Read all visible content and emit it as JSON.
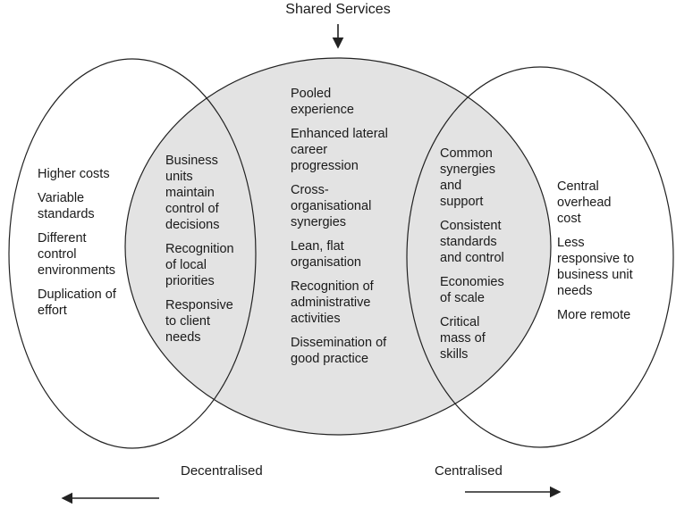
{
  "title": "Shared Services",
  "left_only": [
    "Higher costs",
    "Variable\nstandards",
    "Different\ncontrol\nenvironments",
    "Duplication of\neffort"
  ],
  "left_overlap": [
    "Business\nunits\nmaintain\ncontrol of\ndecisions",
    "Recognition\nof local\npriorities",
    "Responsive\nto client\nneeds"
  ],
  "center": [
    "Pooled\nexperience",
    "Enhanced lateral\ncareer\nprogression",
    "Cross-\norganisational\nsynergies",
    "Lean, flat\norganisation",
    "Recognition of\nadministrative\nactivities",
    "Dissemination of\ngood practice"
  ],
  "right_overlap": [
    "Common\nsynergies\nand\nsupport",
    "Consistent\nstandards\nand control",
    "Economies\nof scale",
    "Critical\nmass of\nskills"
  ],
  "right_only": [
    "Central\noverhead\ncost",
    "Less\nresponsive to\nbusiness unit\nneeds",
    "More remote"
  ],
  "decentralised_label": "Decentralised",
  "centralised_label": "Centralised",
  "colors": {
    "center_fill": "#e3e3e3",
    "stroke": "#222222"
  }
}
